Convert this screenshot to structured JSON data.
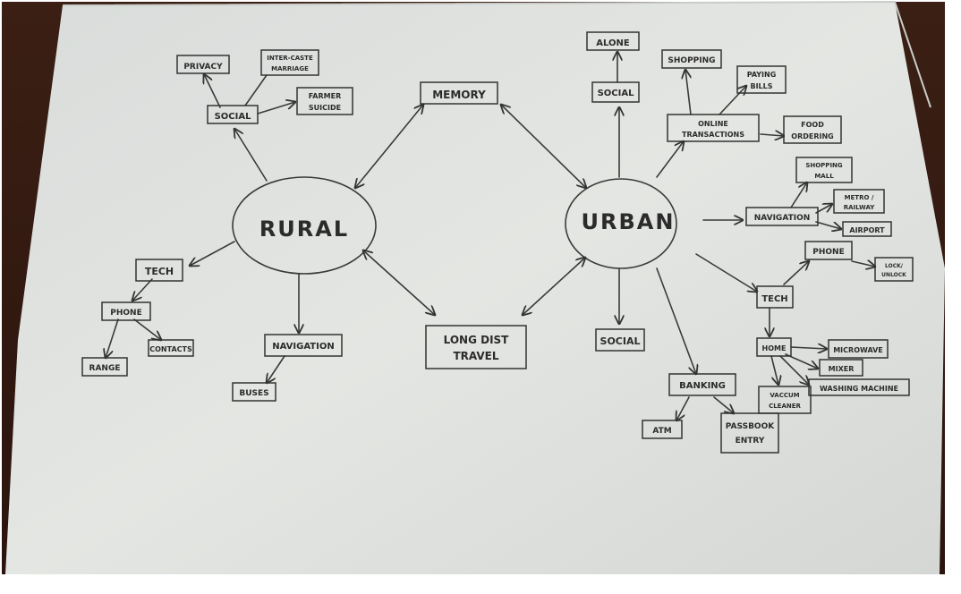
{
  "center_nodes": {
    "rural": "RURAL",
    "urban": "URBAN"
  },
  "shared": {
    "memory": "MEMORY",
    "long_dist": [
      "LONG DIST",
      "TRAVEL"
    ]
  },
  "rural": {
    "social": "SOCIAL",
    "privacy": "PRIVACY",
    "inter_caste": [
      "INTER-CASTE",
      "MARRIAGE"
    ],
    "farmer_suicide": [
      "FARMER",
      "SUICIDE"
    ],
    "tech": "TECH",
    "phone": "PHONE",
    "range": "RANGE",
    "contacts": "CONTACTS",
    "navigation": "NAVIGATION",
    "buses": "BUSES"
  },
  "urban": {
    "alone": "ALONE",
    "social_top": "SOCIAL",
    "shopping": "SHOPPING",
    "paying_bills": [
      "PAYING",
      "BILLS"
    ],
    "online_transactions": [
      "ONLINE",
      "TRANSACTIONS"
    ],
    "food_ordering": [
      "FOOD",
      "ORDERING"
    ],
    "shopping_mall": [
      "SHOPPING",
      "MALL"
    ],
    "navigation": "NAVIGATION",
    "metro_railway": [
      "METRO /",
      "RAILWAY"
    ],
    "airport": "AIRPORT",
    "phone": "PHONE",
    "lock_unlock": [
      "LOCK/",
      "UNLOCK"
    ],
    "tech": "TECH",
    "social_bottom": "SOCIAL",
    "home": "HOME",
    "microwave": "MICROWAVE",
    "mixer": "MIXER",
    "washing_machine": "WASHING MACHINE",
    "vaccum_cleaner": [
      "VACCUM",
      "CLEANER"
    ],
    "banking": "BANKING",
    "atm": "ATM",
    "passbook_entry": [
      "PASSBOOK",
      "ENTRY"
    ]
  }
}
